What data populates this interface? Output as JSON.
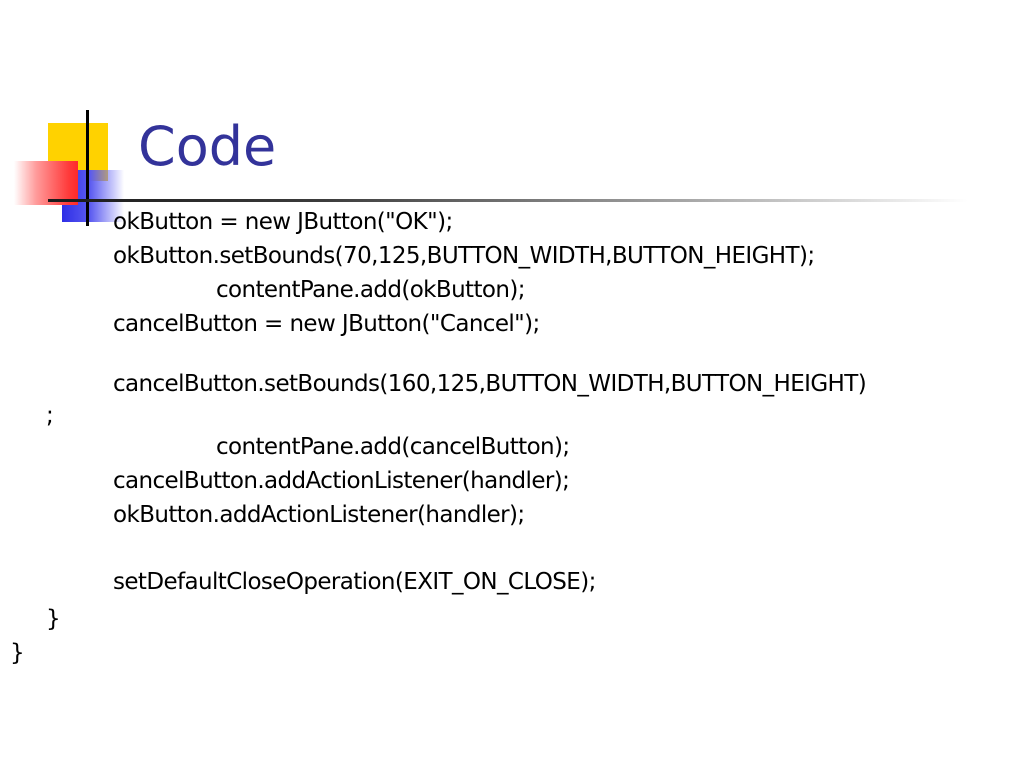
{
  "slide": {
    "title": "Code",
    "code_lines": [
      "okButton = new JButton(\"OK\");",
      "okButton.setBounds(70,125,BUTTON_WIDTH,BUTTON_HEIGHT);",
      "contentPane.add(okButton);",
      "cancelButton = new JButton(\"Cancel\");",
      "cancelButton.setBounds(160,125,BUTTON_WIDTH,BUTTON_HEIGHT)",
      ";",
      "contentPane.add(cancelButton);",
      "cancelButton.addActionListener(handler);",
      "okButton.addActionListener(handler);",
      "setDefaultCloseOperation(EXIT_ON_CLOSE);",
      "}",
      "}"
    ],
    "colors": {
      "title": "#33339a",
      "ornament_yellow": "#ffd200",
      "ornament_blue": "#2e2ee6",
      "ornament_red": "#ff3b3b"
    }
  }
}
